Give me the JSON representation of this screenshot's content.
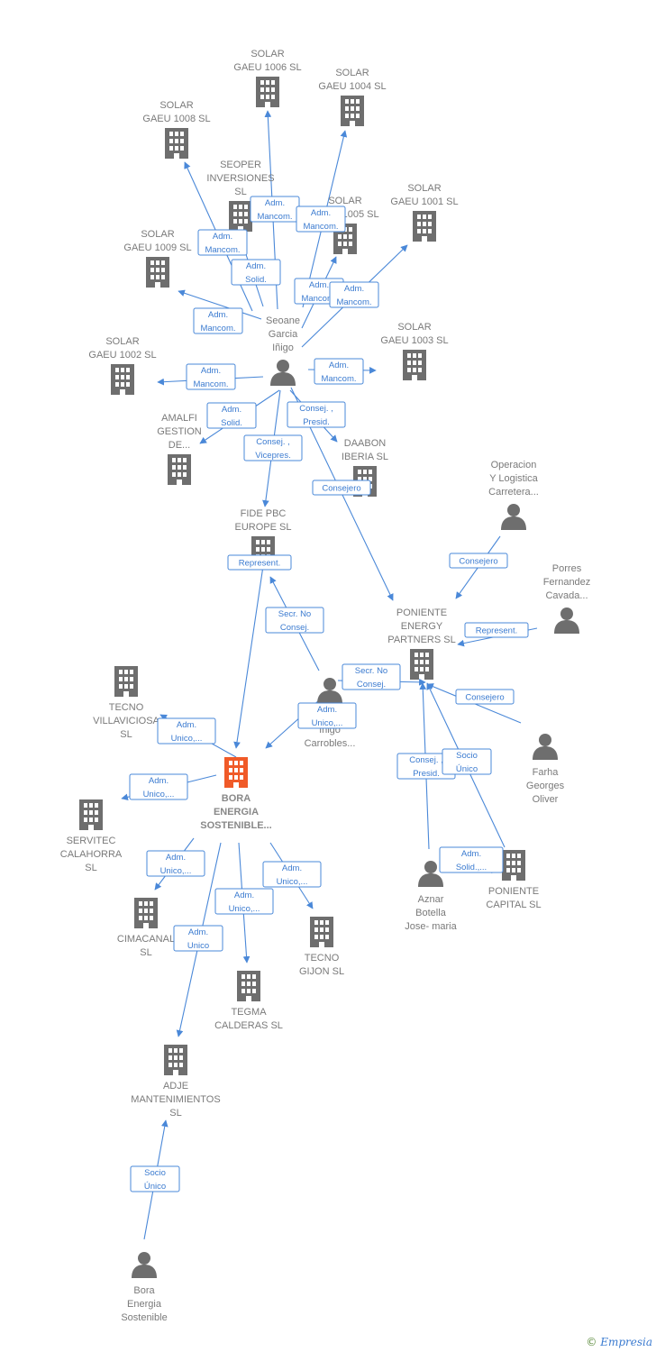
{
  "colors": {
    "edge": "#4a88d8",
    "icon": "#6e6e6e",
    "focus": "#f05a28"
  },
  "nodes": [
    {
      "id": "solar1006",
      "type": "company",
      "label": [
        "SOLAR",
        "GAEU 1006  SL"
      ]
    },
    {
      "id": "solar1004",
      "type": "company",
      "label": [
        "SOLAR",
        "GAEU 1004  SL"
      ]
    },
    {
      "id": "solar1008",
      "type": "company",
      "label": [
        "SOLAR",
        "GAEU 1008  SL"
      ]
    },
    {
      "id": "seoper",
      "type": "company",
      "label": [
        "SEOPER",
        "INVERSIONES",
        "SL"
      ]
    },
    {
      "id": "solar1005",
      "type": "company",
      "label": [
        "SOLAR",
        "GAEU 1005  SL"
      ]
    },
    {
      "id": "solar1001",
      "type": "company",
      "label": [
        "SOLAR",
        "GAEU 1001  SL"
      ]
    },
    {
      "id": "solar1009",
      "type": "company",
      "label": [
        "SOLAR",
        "GAEU 1009  SL"
      ]
    },
    {
      "id": "solar1003",
      "type": "company",
      "label": [
        "SOLAR",
        "GAEU 1003  SL"
      ]
    },
    {
      "id": "solar1002",
      "type": "company",
      "label": [
        "SOLAR",
        "GAEU 1002  SL"
      ]
    },
    {
      "id": "seoane",
      "type": "person",
      "label": [
        "Seoane",
        "Garcia",
        "Iñigo"
      ]
    },
    {
      "id": "amalfi",
      "type": "company",
      "label": [
        "AMALFI",
        "GESTION",
        "DE..."
      ]
    },
    {
      "id": "daabon",
      "type": "company",
      "label": [
        "DAABON",
        "IBERIA  SL"
      ]
    },
    {
      "id": "operacion",
      "type": "person",
      "label": [
        "Operacion",
        "Y Logistica",
        "Carretera..."
      ]
    },
    {
      "id": "fide",
      "type": "company",
      "label": [
        "FIDE PBC",
        "EUROPE  SL"
      ]
    },
    {
      "id": "porres",
      "type": "person",
      "label": [
        "Porres",
        "Fernandez",
        "Cavada..."
      ]
    },
    {
      "id": "poniente_energy",
      "type": "company",
      "label": [
        "PONIENTE",
        "ENERGY",
        "PARTNERS  SL"
      ]
    },
    {
      "id": "iturrioz",
      "type": "person",
      "label": [
        "Iturrioz",
        "Iñigo",
        "Carrobles..."
      ]
    },
    {
      "id": "tecno_villa",
      "type": "company",
      "label": [
        "TECNO",
        "VILLAVICIOSA",
        "SL"
      ]
    },
    {
      "id": "bora",
      "type": "focus",
      "label": [
        "BORA",
        "ENERGIA",
        "SOSTENIBLE..."
      ]
    },
    {
      "id": "farha",
      "type": "person",
      "label": [
        "Farha",
        "Georges",
        "Oliver"
      ]
    },
    {
      "id": "servitec",
      "type": "company",
      "label": [
        "SERVITEC",
        "CALAHORRA",
        "SL"
      ]
    },
    {
      "id": "aznar",
      "type": "person",
      "label": [
        "Aznar",
        "Botella",
        "Jose- maria"
      ]
    },
    {
      "id": "poniente_capital",
      "type": "company",
      "label": [
        "PONIENTE",
        "CAPITAL SL"
      ]
    },
    {
      "id": "cimacanal",
      "type": "company",
      "label": [
        "CIMACANAL",
        "SL"
      ]
    },
    {
      "id": "tecno_gijon",
      "type": "company",
      "label": [
        "TECNO",
        "GIJON  SL"
      ]
    },
    {
      "id": "tegma",
      "type": "company",
      "label": [
        "TEGMA",
        "CALDERAS  SL"
      ]
    },
    {
      "id": "adje",
      "type": "company",
      "label": [
        "ADJE",
        "MANTENIMIENTOS",
        "SL"
      ]
    },
    {
      "id": "bora_person",
      "type": "person",
      "label": [
        "Bora",
        "Energia",
        "Sostenible"
      ]
    }
  ],
  "edges": [
    {
      "from": "seoane",
      "to": "solar1006",
      "label": [
        "Adm.",
        "Mancom."
      ]
    },
    {
      "from": "seoane",
      "to": "solar1004",
      "label": [
        "Adm.",
        "Mancom."
      ]
    },
    {
      "from": "seoane",
      "to": "solar1008",
      "label": [
        "Adm.",
        "Mancom."
      ]
    },
    {
      "from": "seoane",
      "to": "seoper",
      "label": [
        "Adm.",
        "Solid."
      ]
    },
    {
      "from": "seoane",
      "to": "solar1005",
      "label": [
        "Adm.",
        "Mancom."
      ]
    },
    {
      "from": "seoane",
      "to": "solar1001",
      "label": [
        "Adm.",
        "Mancom."
      ]
    },
    {
      "from": "seoane",
      "to": "solar1009",
      "label": [
        "Adm.",
        "Mancom."
      ]
    },
    {
      "from": "seoane",
      "to": "solar1003",
      "label": [
        "Adm.",
        "Mancom."
      ]
    },
    {
      "from": "seoane",
      "to": "solar1002",
      "label": [
        "Adm.",
        "Mancom."
      ]
    },
    {
      "from": "seoane",
      "to": "amalfi",
      "label": [
        "Adm.",
        "Solid."
      ]
    },
    {
      "from": "seoane",
      "to": "daabon",
      "label": [
        "Consej. ,",
        "Presid."
      ]
    },
    {
      "from": "seoane",
      "to": "fide",
      "label": [
        "Consej. ,",
        "Vicepres."
      ]
    },
    {
      "from": "seoane",
      "to": "poniente_energy",
      "label": [
        "Consejero"
      ]
    },
    {
      "from": "operacion",
      "to": "poniente_energy",
      "label": [
        "Consejero"
      ]
    },
    {
      "from": "porres",
      "to": "poniente_energy",
      "label": [
        "Represent."
      ]
    },
    {
      "from": "fide",
      "to": "bora",
      "label": [
        "Represent."
      ]
    },
    {
      "from": "iturrioz",
      "to": "fide",
      "label": [
        "Secr.  No",
        "Consej."
      ]
    },
    {
      "from": "iturrioz",
      "to": "poniente_energy",
      "label": [
        "Secr.  No",
        "Consej."
      ]
    },
    {
      "from": "iturrioz",
      "to": "bora",
      "label": [
        "Adm.",
        "Unico,..."
      ]
    },
    {
      "from": "farha",
      "to": "poniente_energy",
      "label": [
        "Consejero"
      ]
    },
    {
      "from": "aznar",
      "to": "poniente_energy",
      "label": [
        "Consej. ,",
        "Presid."
      ]
    },
    {
      "from": "poniente_capital",
      "to": "poniente_energy",
      "label": [
        "Socio",
        "Único"
      ]
    },
    {
      "from": "aznar",
      "to": "poniente_capital",
      "label": [
        "Adm.",
        "Solid.,..."
      ]
    },
    {
      "from": "bora",
      "to": "tecno_villa",
      "label": [
        "Adm.",
        "Unico,..."
      ]
    },
    {
      "from": "bora",
      "to": "servitec",
      "label": [
        "Adm.",
        "Unico,..."
      ]
    },
    {
      "from": "bora",
      "to": "cimacanal",
      "label": [
        "Adm.",
        "Unico,..."
      ]
    },
    {
      "from": "bora",
      "to": "tecno_gijon",
      "label": [
        "Adm.",
        "Unico,..."
      ]
    },
    {
      "from": "bora",
      "to": "tegma",
      "label": [
        "Adm.",
        "Unico,..."
      ]
    },
    {
      "from": "bora",
      "to": "adje",
      "label": [
        "Adm.",
        "Unico"
      ]
    },
    {
      "from": "bora_person",
      "to": "adje",
      "label": [
        "Socio",
        "Único"
      ]
    }
  ],
  "footer": {
    "copyright": "©",
    "brand": "Empresia"
  }
}
